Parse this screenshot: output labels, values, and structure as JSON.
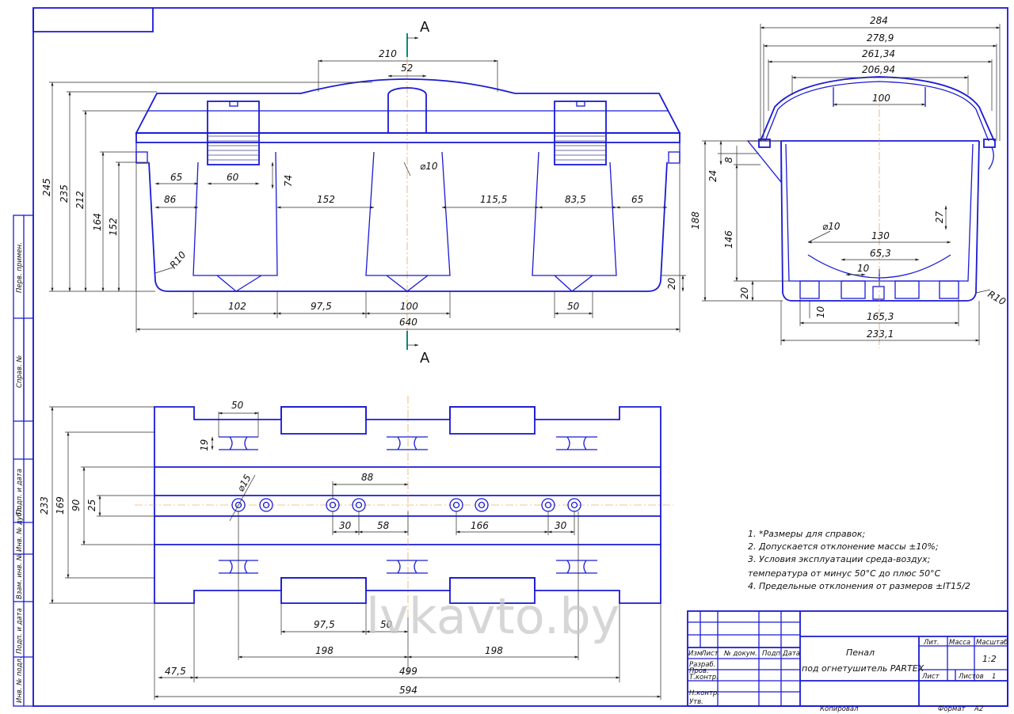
{
  "section_marks": {
    "top": "A",
    "bottom": "A"
  },
  "front_view": {
    "dims": {
      "top_210": "210",
      "top_52": "52",
      "left_245": "245",
      "left_235": "235",
      "left_212": "212",
      "left_164": "164",
      "left_152": "152",
      "w_65a": "65",
      "w_60": "60",
      "h_74": "74",
      "d_10": "⌀10",
      "w_86": "86",
      "w_152": "152",
      "w_1155": "115,5",
      "w_835": "83,5",
      "w_65b": "65",
      "r_10": "R10",
      "h_20": "20",
      "b_102": "102",
      "b_975": "97,5",
      "b_100": "100",
      "b_50": "50",
      "b_640": "640"
    }
  },
  "side_view": {
    "dims": {
      "w_284": "284",
      "w_2789": "278,9",
      "w_26134": "261,34",
      "w_20694": "206,94",
      "w_100": "100",
      "h_24": "24",
      "h_8": "8",
      "h_188": "188",
      "h_146": "146",
      "h_27": "27",
      "h_20": "20",
      "d_10": "⌀10",
      "w_130": "130",
      "w_653": "65,3",
      "w_10a": "10",
      "w_10b": "10",
      "w_1653": "165,3",
      "w_2331": "233,1",
      "r_10": "R10"
    }
  },
  "plan_view": {
    "dims": {
      "w_50": "50",
      "h_19": "19",
      "d_15": "⌀15",
      "w_88": "88",
      "h_233": "233",
      "h_169": "169",
      "h_90": "90",
      "h_25": "25",
      "w_30a": "30",
      "w_58": "58",
      "w_166": "166",
      "w_30b": "30",
      "w_975": "97,5",
      "w_50b": "50",
      "w_198a": "198",
      "w_198b": "198",
      "w_475": "47,5",
      "w_499": "499",
      "w_594": "594"
    }
  },
  "notes": [
    "1. *Размеры для справок;",
    "2. Допускается отклонение массы ±10%;",
    "3. Условия эксплуатации среда-воздух;",
    "температура от минус 50°C до плюс 50°C",
    "4. Предельные отклонения от размеров ±IT15/2"
  ],
  "watermark": "lvkavto.by",
  "title_block": {
    "name_line1": "Пенал",
    "name_line2": "под огнетушитель PARTEX",
    "col_headers": [
      "Изм",
      "Лист",
      "№ докум.",
      "Подп.",
      "Дата"
    ],
    "roles": [
      "Разраб.",
      "Пров.",
      "Т.контр.",
      "Н.контр.",
      "Утв."
    ],
    "lit": "Лит.",
    "massa": "Масса",
    "masshtab": "Масштаб",
    "scale": "1:2",
    "list": "Лист",
    "listov": "Листов",
    "listov_val": "1",
    "kopiroval": "Копировал",
    "format": "Формат",
    "format_val": "A2"
  },
  "side_stamps": [
    "Перв. примен.",
    "Справ. №",
    "Подп. и дата",
    "Инв. № дубл.",
    "Взам. инв. №",
    "Подп. и дата",
    "Инв. № подл."
  ]
}
